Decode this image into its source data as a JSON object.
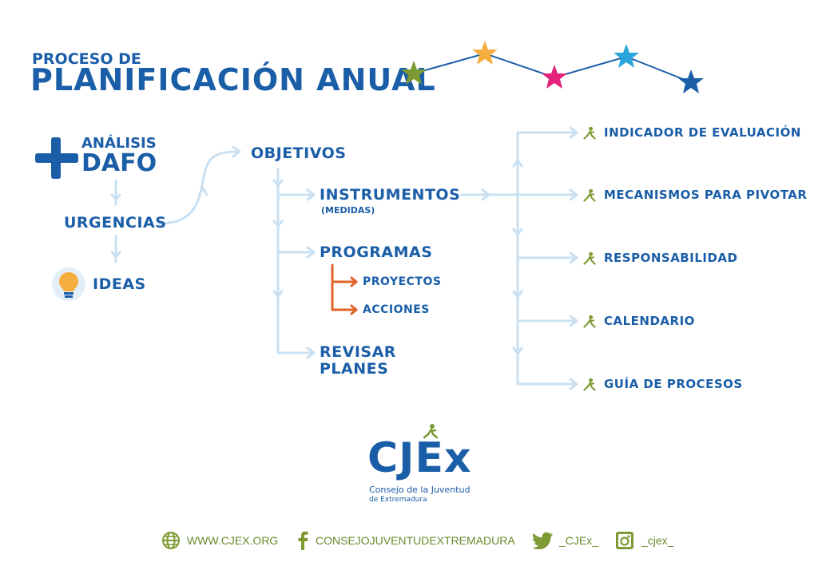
{
  "header": {
    "title_line1": "PROCESO DE",
    "title_line2": "PLANIFICACIÓN ANUAL"
  },
  "left": {
    "dafo_line1": "ANÁLISIS",
    "dafo_line2": "DAFO",
    "urgencias": "URGENCIAS",
    "ideas": "IDEAS"
  },
  "middle": {
    "objetivos": "OBJETIVOS",
    "instrumentos": "INSTRUMENTOS",
    "instrumentos_sub": "(MEDIDAS)",
    "programas": "PROGRAMAS",
    "proyectos": "PROYECTOS",
    "acciones": "ACCIONES",
    "revisar_line1": "REVISAR",
    "revisar_line2": "PLANES"
  },
  "right": {
    "items": [
      "INDICADOR DE EVALUACIÓN",
      "MECANISMOS PARA PIVOTAR",
      "RESPONSABILIDAD",
      "CALENDARIO",
      "GUÍA DE PROCESOS"
    ]
  },
  "logo": {
    "name": "CJEx",
    "sub_line1": "Consejo de la Juventud",
    "sub_line2": "de Extremadura"
  },
  "footer": {
    "web": "WWW.CJEX.ORG",
    "facebook": "CONSEJOJUVENTUDEXTREMADURA",
    "twitter": "_CJEx_",
    "instagram": "_cjex_"
  },
  "colors": {
    "brand_blue": "#1a5ea8",
    "arrow_light": "#c9e0f2",
    "arrow_orange": "#e0632a",
    "green": "#7e9a32",
    "star_colors": [
      "#7e9a32",
      "#f6ae3f",
      "#e2237b",
      "#2aa5dc",
      "#1a5ea8"
    ]
  },
  "icons": {
    "plus": "plus-icon",
    "bulb": "lightbulb-icon",
    "runner": "runner-icon",
    "globe": "globe-icon",
    "facebook": "facebook-icon",
    "twitter": "twitter-icon",
    "instagram": "instagram-icon",
    "star": "star-icon"
  }
}
